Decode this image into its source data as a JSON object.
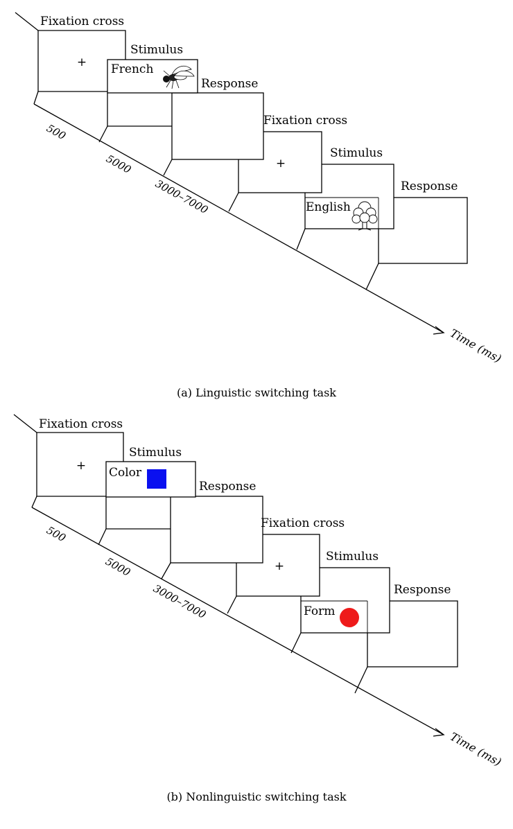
{
  "panels": [
    {
      "caption": "(a)  Linguistic switching task",
      "labels": {
        "fixation_1": "Fixation cross",
        "stimulus_1": "Stimulus",
        "stimulus_1_text": "French",
        "response_1": "Response",
        "fixation_2": "Fixation cross",
        "stimulus_2": "Stimulus",
        "stimulus_2_text": "English",
        "response_2": "Response"
      },
      "fixation_symbol": "+",
      "ticks": [
        "500",
        "5000",
        "3000–7000"
      ],
      "axis_label": "Time (ms)",
      "stimulus_icons": [
        "fly-icon",
        "tree-icon"
      ]
    },
    {
      "caption": "(b)  Nonlinguistic switching task",
      "labels": {
        "fixation_1": "Fixation cross",
        "stimulus_1": "Stimulus",
        "stimulus_1_text": "Color",
        "response_1": "Response",
        "fixation_2": "Fixation cross",
        "stimulus_2": "Stimulus",
        "stimulus_2_text": "Form",
        "response_2": "Response"
      },
      "fixation_symbol": "+",
      "ticks": [
        "500",
        "5000",
        "3000–7000"
      ],
      "axis_label": "Time (ms)",
      "stimulus_icons": [
        "blue-square-icon",
        "red-circle-icon"
      ]
    }
  ],
  "colors": {
    "square": "#0a10f0",
    "circle": "#ee1a1a"
  }
}
